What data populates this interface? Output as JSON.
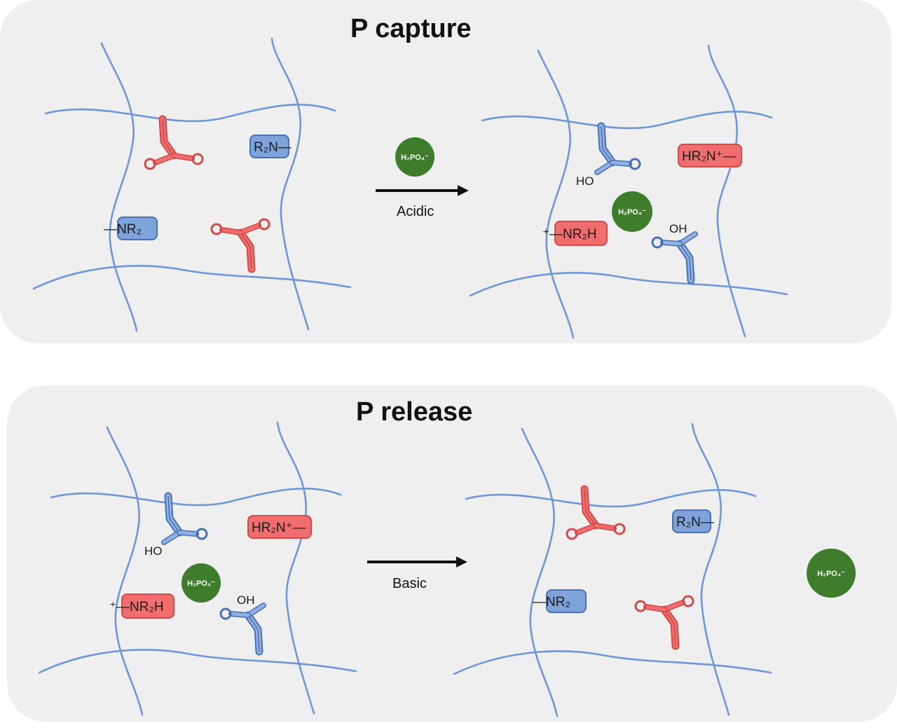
{
  "panels": {
    "capture": {
      "title": "P capture",
      "condition": "Acidic"
    },
    "release": {
      "title": "P release",
      "condition": "Basic"
    }
  },
  "chemistry": {
    "amine_neutral": "R₂N—",
    "amine_neutral_left": "—NR₂",
    "amine_protonated": "HR₂N⁺—",
    "amine_protonated_left": "⁺—NR₂H",
    "acid_ho": "HO",
    "acid_oh": "OH",
    "phosphate": "H₂PO₄⁻"
  },
  "colors": {
    "panel_bg": "#efefef",
    "network_line": "#6f96d8",
    "protonated_red": "#f26e6e",
    "red_stroke": "#d24a4a",
    "neutral_blue": "#7ea2da",
    "blue_stroke": "#4a70b4",
    "phosphate_green": "#3e7d2b"
  }
}
